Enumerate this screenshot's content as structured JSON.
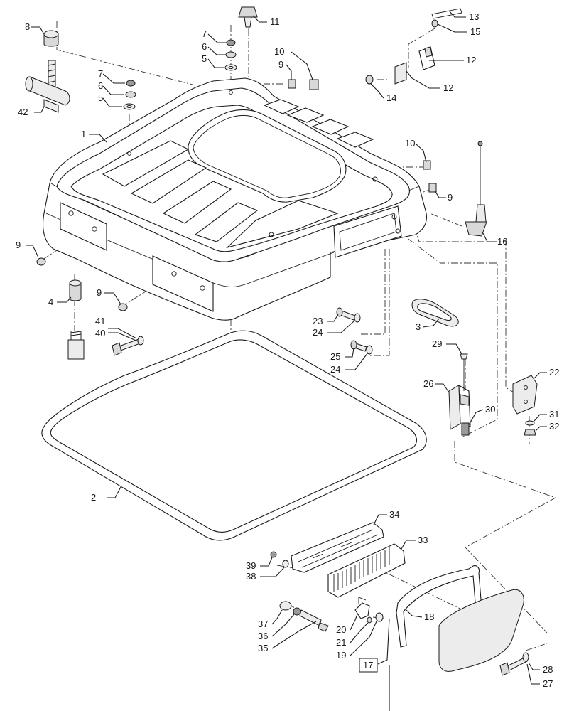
{
  "diagram": {
    "callouts": [
      {
        "id": "c1",
        "text": "1"
      },
      {
        "id": "c2",
        "text": "2"
      },
      {
        "id": "c3",
        "text": "3"
      },
      {
        "id": "c4",
        "text": "4"
      },
      {
        "id": "c5a",
        "text": "5"
      },
      {
        "id": "c5b",
        "text": "5"
      },
      {
        "id": "c6a",
        "text": "6"
      },
      {
        "id": "c6b",
        "text": "6"
      },
      {
        "id": "c7a",
        "text": "7"
      },
      {
        "id": "c7b",
        "text": "7"
      },
      {
        "id": "c8",
        "text": "8"
      },
      {
        "id": "c9a",
        "text": "9"
      },
      {
        "id": "c9b",
        "text": "9"
      },
      {
        "id": "c9c",
        "text": "9"
      },
      {
        "id": "c9d",
        "text": "9"
      },
      {
        "id": "c10a",
        "text": "10"
      },
      {
        "id": "c10b",
        "text": "10"
      },
      {
        "id": "c11",
        "text": "11"
      },
      {
        "id": "c12",
        "text": "12"
      },
      {
        "id": "c13",
        "text": "13"
      },
      {
        "id": "c14",
        "text": "14"
      },
      {
        "id": "c15",
        "text": "15"
      },
      {
        "id": "c16",
        "text": "16"
      },
      {
        "id": "c17",
        "text": "17"
      },
      {
        "id": "c18",
        "text": "18"
      },
      {
        "id": "c19",
        "text": "19"
      },
      {
        "id": "c20",
        "text": "20"
      },
      {
        "id": "c21",
        "text": "21"
      },
      {
        "id": "c22",
        "text": "22"
      },
      {
        "id": "c23",
        "text": "23"
      },
      {
        "id": "c24a",
        "text": "24"
      },
      {
        "id": "c24b",
        "text": "24"
      },
      {
        "id": "c25",
        "text": "25"
      },
      {
        "id": "c26",
        "text": "26"
      },
      {
        "id": "c27",
        "text": "27"
      },
      {
        "id": "c28",
        "text": "28"
      },
      {
        "id": "c29",
        "text": "29"
      },
      {
        "id": "c30",
        "text": "30"
      },
      {
        "id": "c31",
        "text": "31"
      },
      {
        "id": "c32",
        "text": "32"
      },
      {
        "id": "c33",
        "text": "33"
      },
      {
        "id": "c34",
        "text": "34"
      },
      {
        "id": "c35",
        "text": "35"
      },
      {
        "id": "c36",
        "text": "36"
      },
      {
        "id": "c37",
        "text": "37"
      },
      {
        "id": "c38",
        "text": "38"
      },
      {
        "id": "c39",
        "text": "39"
      },
      {
        "id": "c40",
        "text": "40"
      },
      {
        "id": "c41",
        "text": "41"
      },
      {
        "id": "c42",
        "text": "42"
      }
    ]
  },
  "colors": {
    "line": "#1a1a1a",
    "fill_light": "#ececec",
    "fill_mid": "#d9d9d9",
    "fill_dark": "#9a9a9a"
  }
}
